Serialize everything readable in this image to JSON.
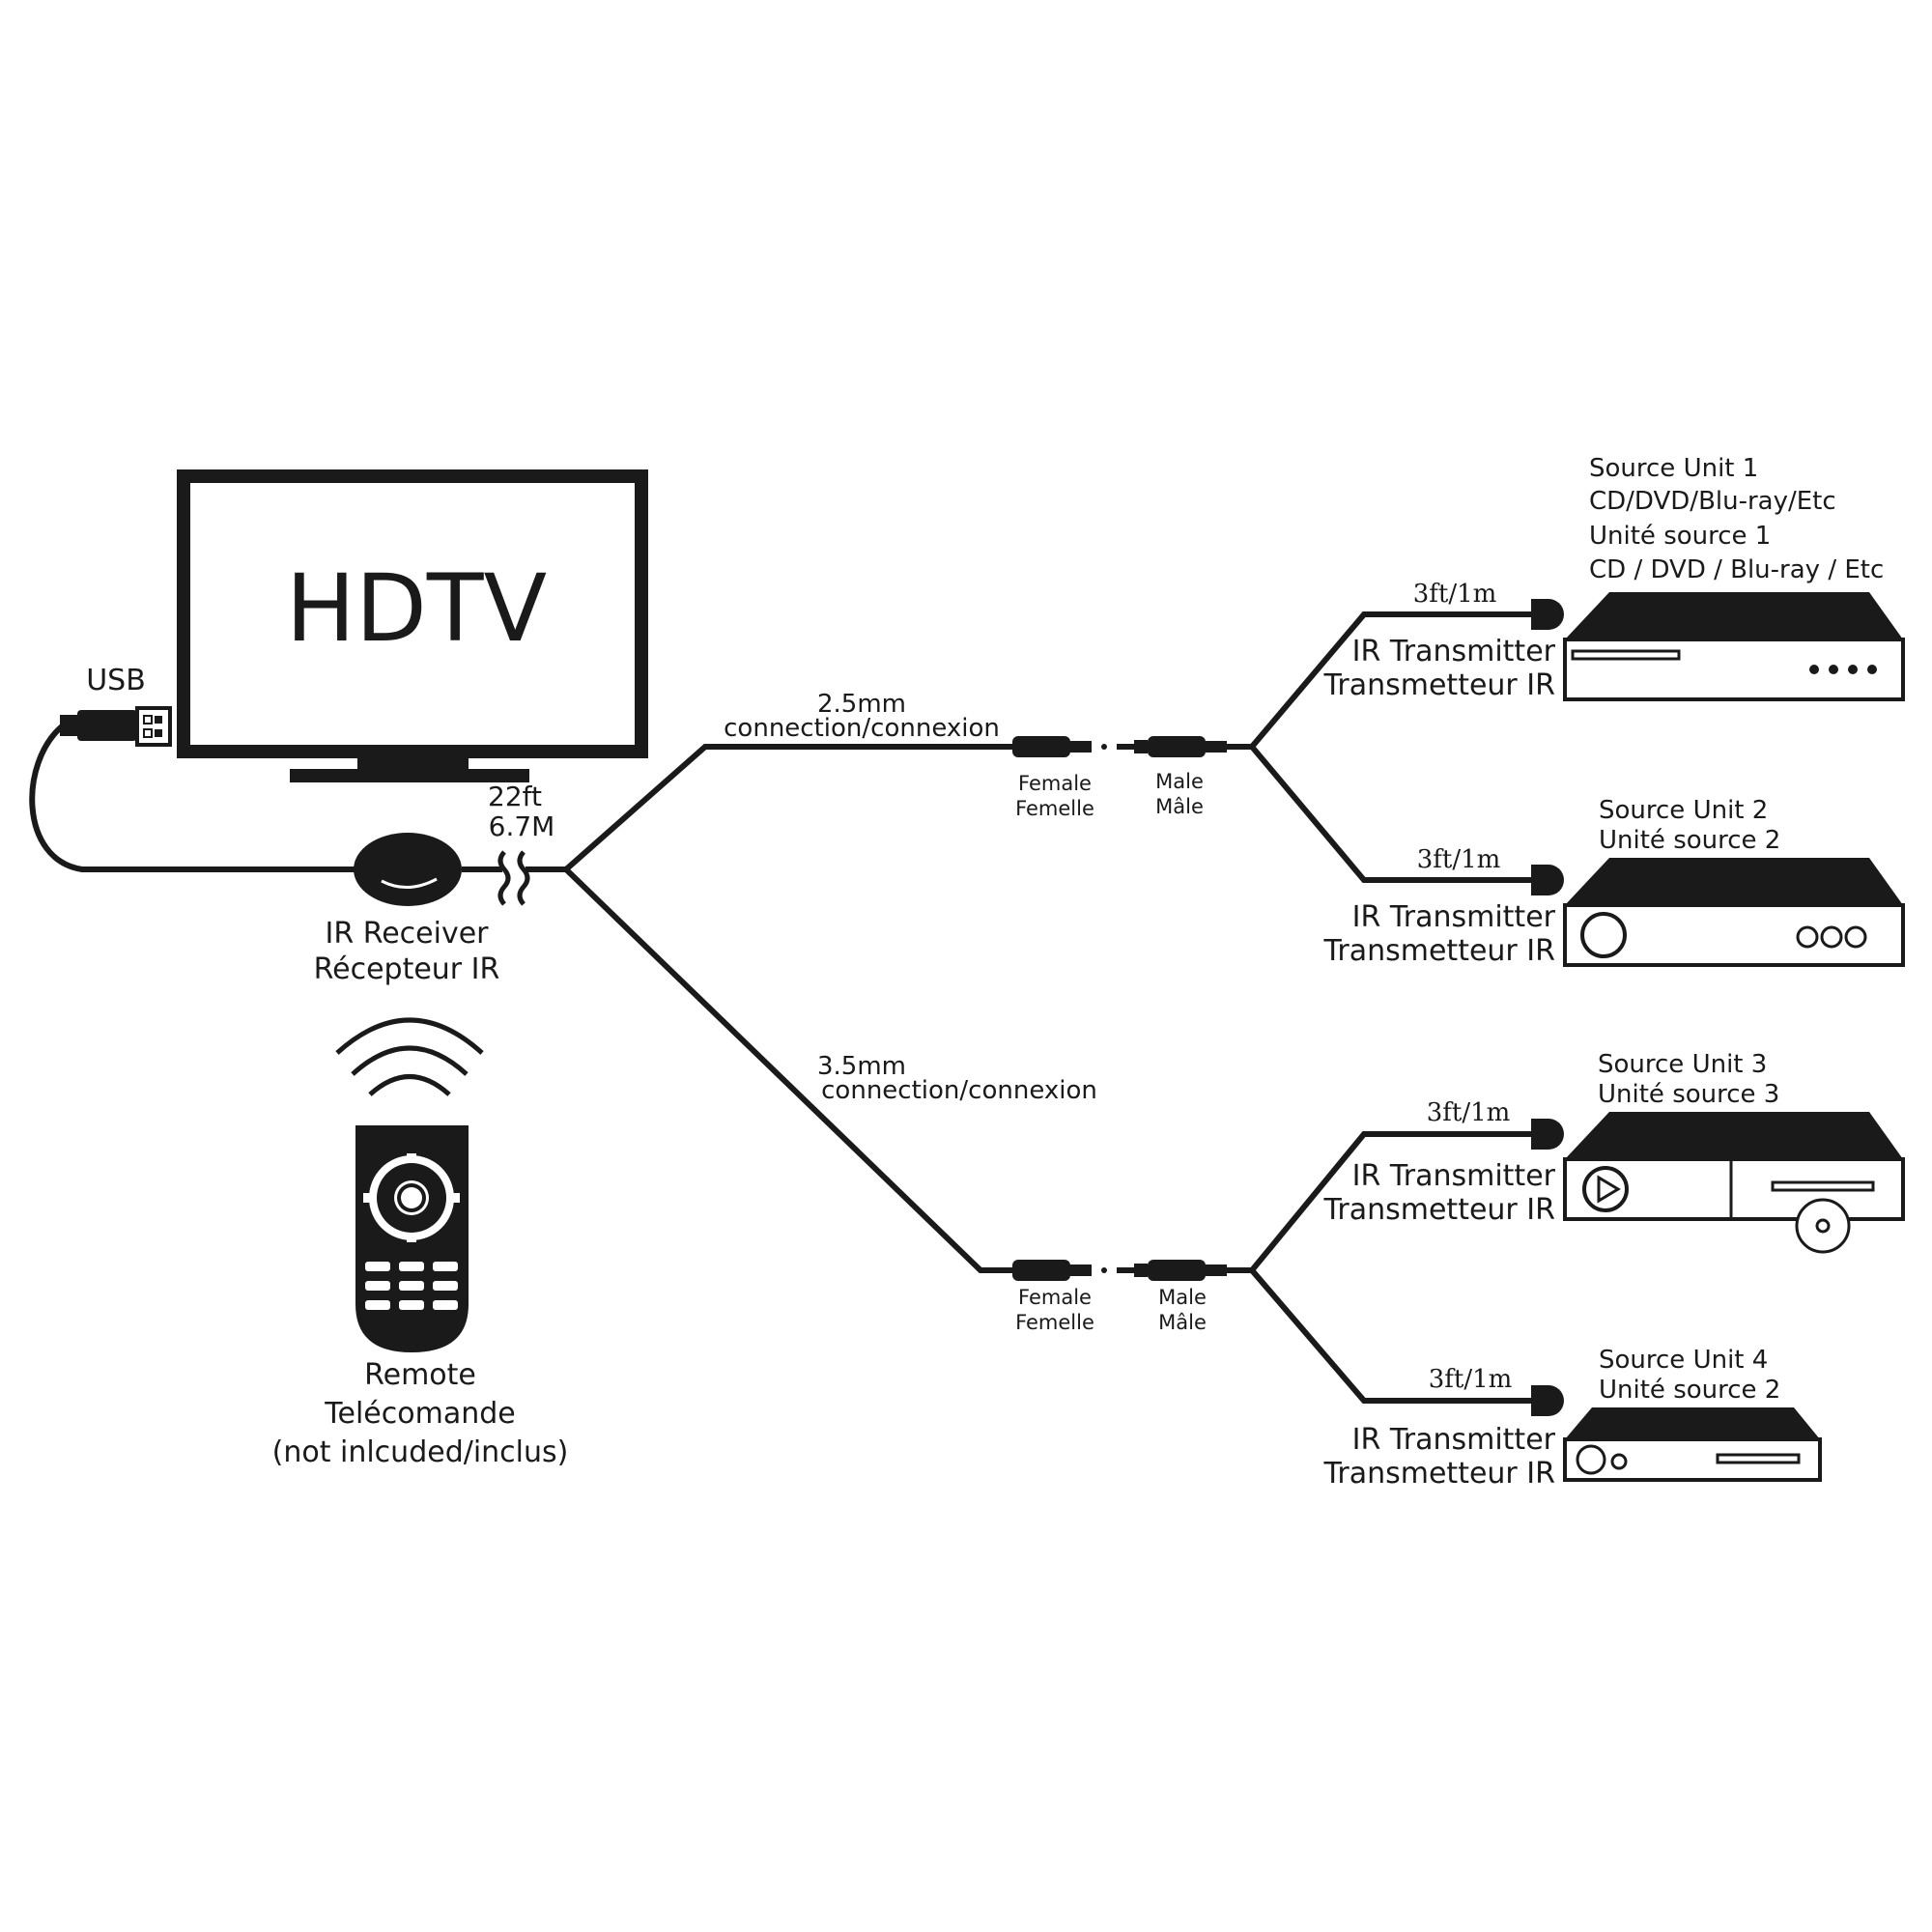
{
  "tv": {
    "label": "HDTV"
  },
  "usb": {
    "label": "USB"
  },
  "cable": {
    "length_ft": "22ft",
    "length_m": "6.7M"
  },
  "receiver": {
    "line1": "IR Receiver",
    "line2": "Récepteur IR"
  },
  "remote": {
    "line1": "Remote",
    "line2": "Telécomande",
    "line3": "(not inlcuded/inclus)"
  },
  "branch_a": {
    "size": "2.5mm",
    "conn": "connection/connexion",
    "female1": "Female",
    "female2": "Femelle",
    "male1": "Male",
    "male2": "Mâle"
  },
  "branch_b": {
    "size": "3.5mm",
    "conn": "connection/connexion",
    "female1": "Female",
    "female2": "Femelle",
    "male1": "Male",
    "male2": "Mâle"
  },
  "transmitter": {
    "line1": "IR Transmitter",
    "line2": "Transmetteur IR"
  },
  "units": [
    {
      "length": "3ft/1m",
      "lines": [
        "Source Unit 1",
        "CD/DVD/Blu-ray/Etc",
        "Unité source 1",
        "CD / DVD / Blu-ray / Etc"
      ]
    },
    {
      "length": "3ft/1m",
      "lines": [
        "Source Unit 2",
        "Unité source 2"
      ]
    },
    {
      "length": "3ft/1m",
      "lines": [
        "Source Unit 3",
        "Unité source 3"
      ]
    },
    {
      "length": "3ft/1m",
      "lines": [
        "Source Unit 4",
        "Unité source 2"
      ]
    }
  ],
  "colors": {
    "ink": "#1a1a1a",
    "background": "#ffffff"
  }
}
